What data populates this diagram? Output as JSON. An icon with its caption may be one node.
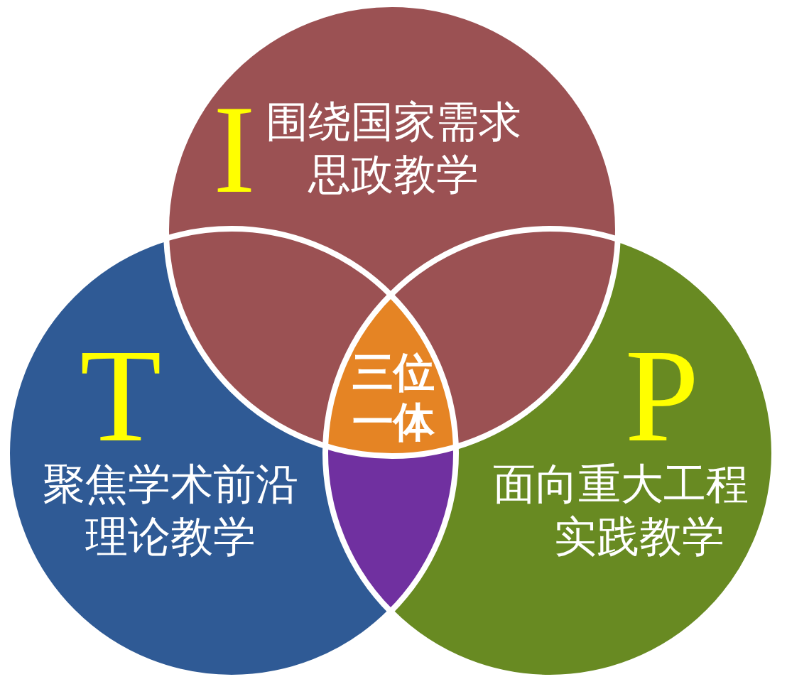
{
  "diagram": {
    "nodes": [
      {
        "text": [
          "I",
          "围绕国家需求思政教学"
        ]
      },
      {
        "text": [
          "T",
          "聚焦学术前沿理论教学"
        ]
      },
      {
        "text": [
          "P",
          "面向重大工程实践教学"
        ]
      },
      {
        "text": [
          "三位一体"
        ]
      },
      {
        "text": [],
        "shape": "lens"
      }
    ]
  }
}
